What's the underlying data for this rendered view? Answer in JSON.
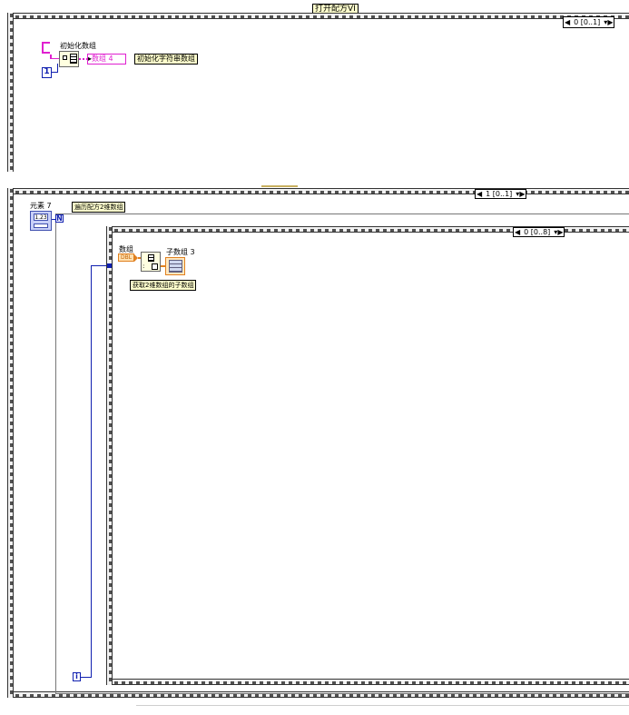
{
  "title": "打开配方VI",
  "seq1": {
    "selector": "0 [0..1]",
    "init_label": "初始化数组",
    "array_indicator": "数组 4",
    "comment": "初始化字符串数组",
    "const_value": "1"
  },
  "seq2": {
    "selector": "1 [0..1]",
    "element_label": "元素 7",
    "element_value": "1.23",
    "loop_comment": "遍历配方2维数组",
    "loop_count": "N",
    "loop_index": "i",
    "inner_selector": "0 [0..8]",
    "array_label": "数组",
    "array_const": "DBL",
    "subarray_label": "子数组 3",
    "subarray_comment": "获取2维数组的子数组"
  }
}
